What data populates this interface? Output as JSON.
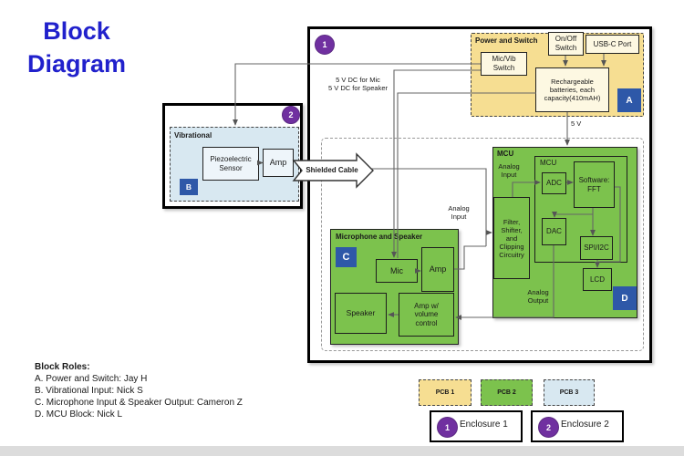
{
  "page_title": "Block\nDiagram",
  "blocks": {
    "power": {
      "title": "Power and Switch",
      "badge": "A",
      "mic_vib_switch": "Mic/Vib\nSwitch",
      "on_off_switch": "On/Off\nSwitch",
      "usb_c_port": "USB-C Port",
      "batteries": "Rechargeable\nbatteries, each\ncapacity(410mAH)"
    },
    "vibrational": {
      "title": "Vibrational",
      "badge": "B",
      "piezo": "Piezoelectric\nSensor",
      "amp": "Amp"
    },
    "mic_speaker": {
      "title": "Microphone and Speaker",
      "badge": "C",
      "mic": "Mic",
      "amp": "Amp",
      "speaker": "Speaker",
      "amp_volume": "Amp w/\nvolume\ncontrol"
    },
    "mcu": {
      "title": "MCU",
      "badge": "D",
      "inner_title": "MCU",
      "analog_input": "Analog\nInput",
      "adc": "ADC",
      "software_fft": "Software:\nFFT",
      "dac": "DAC",
      "spi_i2c": "SPI/I2C",
      "lcd": "LCD",
      "filter": "Filter,\nShifter,\nand\nClipping\nCircuitry",
      "analog_output": "Analog\nOutput"
    }
  },
  "wire_labels": {
    "five_v_supply": "5 V DC for Mic\n5 V DC for Speaker",
    "five_v": "5 V",
    "analog_input": "Analog\nInput",
    "shielded_cable": "Shielded Cable"
  },
  "enclosure_markers": {
    "one": "1",
    "two": "2"
  },
  "roles": {
    "heading": "Block Roles:",
    "items": [
      "A. Power and Switch: Jay H",
      "B. Vibrational Input: Nick S",
      "C. Microphone Input & Speaker Output: Cameron Z",
      "D. MCU Block: Nick L"
    ]
  },
  "legend": {
    "pcb1": "PCB 1",
    "pcb2": "PCB 2",
    "pcb3": "PCB 3",
    "enclosure1": {
      "num": "1",
      "label": "Enclosure 1"
    },
    "enclosure2": {
      "num": "2",
      "label": "Enclosure 2"
    }
  },
  "colors": {
    "pcb1_fill": "#f6de92",
    "pcb2_fill": "#7cc24d",
    "pcb3_fill": "#d8e8f1",
    "badge_blue": "#2e58a8",
    "marker_purple": "#7030a0",
    "title_blue": "#2121cc",
    "wire_gray": "#666666"
  }
}
